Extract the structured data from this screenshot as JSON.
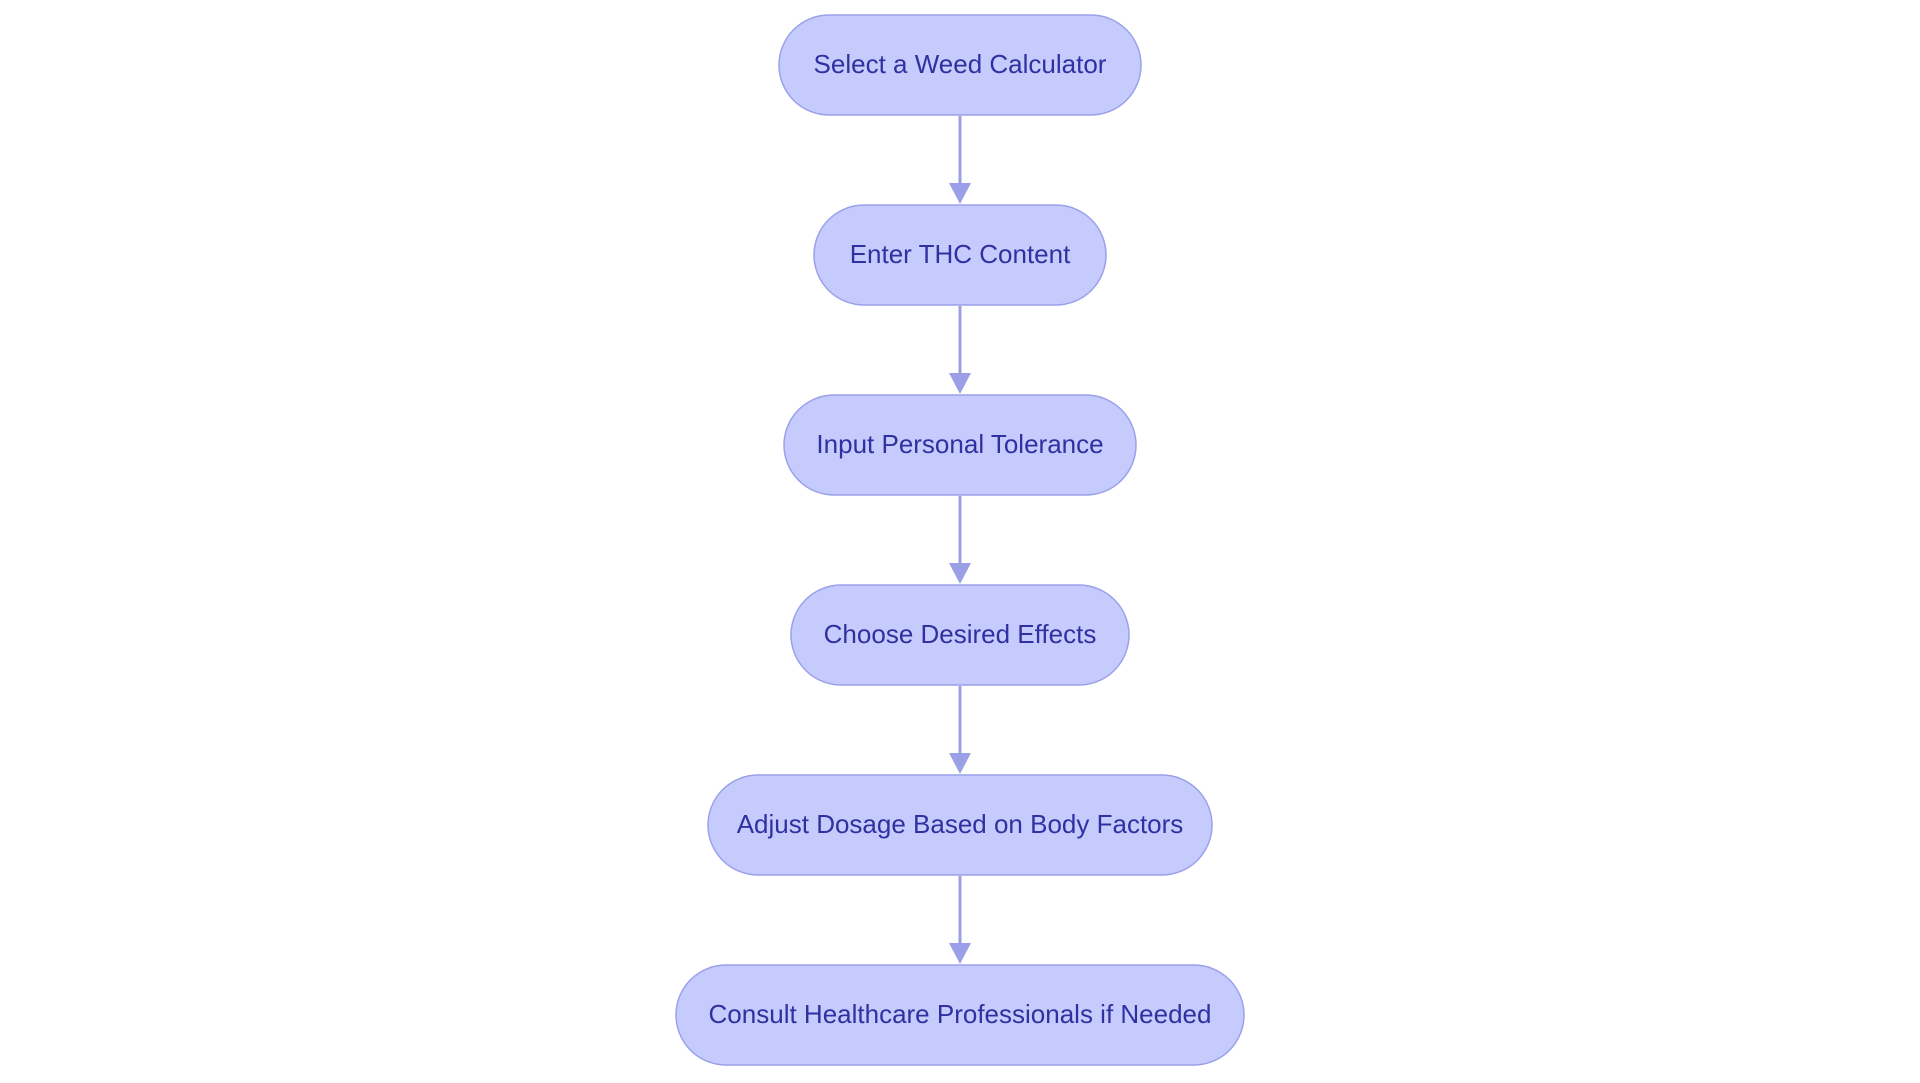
{
  "diagram": {
    "type": "flowchart",
    "direction": "top-to-bottom",
    "colors": {
      "node_fill": "#c6cbfd",
      "node_border": "#9aa0ea",
      "text": "#3030a0",
      "arrow": "#9ba0e6"
    },
    "nodes": [
      {
        "id": "n1",
        "label": "Select a Weed Calculator"
      },
      {
        "id": "n2",
        "label": "Enter THC Content"
      },
      {
        "id": "n3",
        "label": "Input Personal Tolerance"
      },
      {
        "id": "n4",
        "label": "Choose Desired Effects"
      },
      {
        "id": "n5",
        "label": "Adjust Dosage Based on Body Factors"
      },
      {
        "id": "n6",
        "label": "Consult Healthcare Professionals if Needed"
      }
    ],
    "edges": [
      {
        "from": "n1",
        "to": "n2"
      },
      {
        "from": "n2",
        "to": "n3"
      },
      {
        "from": "n3",
        "to": "n4"
      },
      {
        "from": "n4",
        "to": "n5"
      },
      {
        "from": "n5",
        "to": "n6"
      }
    ]
  }
}
